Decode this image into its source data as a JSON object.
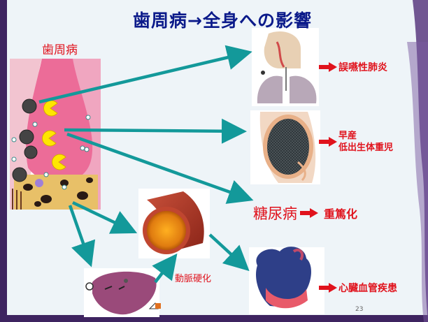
{
  "slide": {
    "title": "歯周病→全身への影響",
    "page_number": "23"
  },
  "labels": {
    "tooth": "歯周病",
    "pneumonia": "誤嚥性肺炎",
    "preterm_line1": "早産",
    "preterm_line2": "低出生体重児",
    "diabetes": "糖尿病",
    "diabetes_effect": "重篤化",
    "cardiovascular": "心臓血管疾患",
    "atherosclerosis": "動脈硬化"
  },
  "icons": [
    "tooth-gum-icon",
    "bacteria-icon",
    "lungs-icon",
    "pregnancy-icon",
    "artery-icon",
    "liver-icon",
    "heart-icon",
    "red-arrow-icon"
  ],
  "colors": {
    "title": "#0b1a8a",
    "label_red": "#e0121c",
    "connector_teal": "#13999a",
    "frame_purple": "#4a2a6e"
  }
}
